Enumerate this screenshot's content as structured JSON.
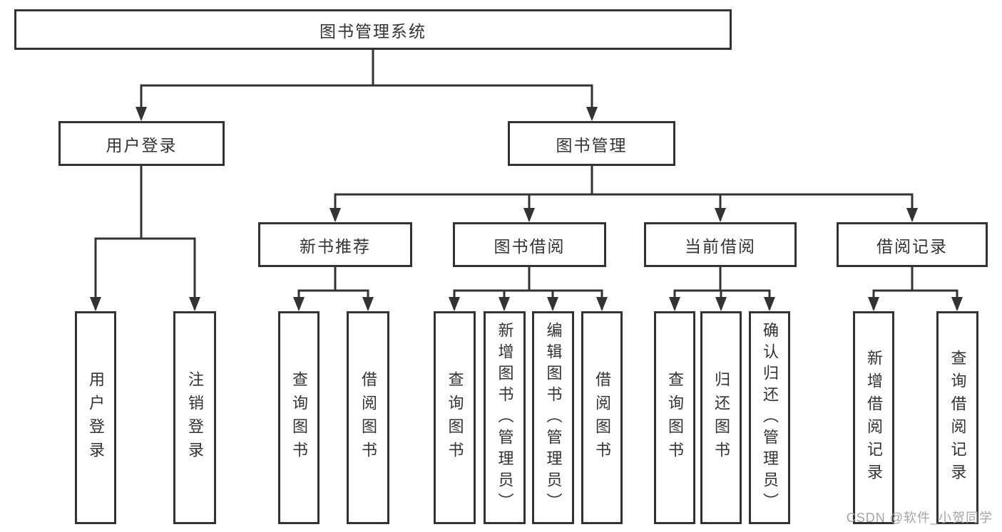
{
  "colors": {
    "line": "#333333",
    "text": "#333333",
    "background": "#ffffff",
    "watermark": "#a6a6a6"
  },
  "diagram": {
    "root": {
      "label": "图书管理系统"
    },
    "level1": [
      {
        "label": "用户登录",
        "children": [
          {
            "label": "用户登录"
          },
          {
            "label": "注销登录"
          }
        ]
      },
      {
        "label": "图书管理",
        "children": [
          {
            "label": "新书推荐",
            "children": [
              {
                "label": "查询图书"
              },
              {
                "label": "借阅图书"
              }
            ]
          },
          {
            "label": "图书借阅",
            "children": [
              {
                "label": "查询图书"
              },
              {
                "label": "新增图书（管理员）"
              },
              {
                "label": "编辑图书（管理员）"
              },
              {
                "label": "借阅图书"
              }
            ]
          },
          {
            "label": "当前借阅",
            "children": [
              {
                "label": "查询图书"
              },
              {
                "label": "归还图书"
              },
              {
                "label": "确认归还（管理员）"
              }
            ]
          },
          {
            "label": "借阅记录",
            "children": [
              {
                "label": "新增借阅记录"
              },
              {
                "label": "查询借阅记录"
              }
            ]
          }
        ]
      }
    ]
  },
  "watermark": {
    "text": "CSDN @软件_小贺同学"
  }
}
